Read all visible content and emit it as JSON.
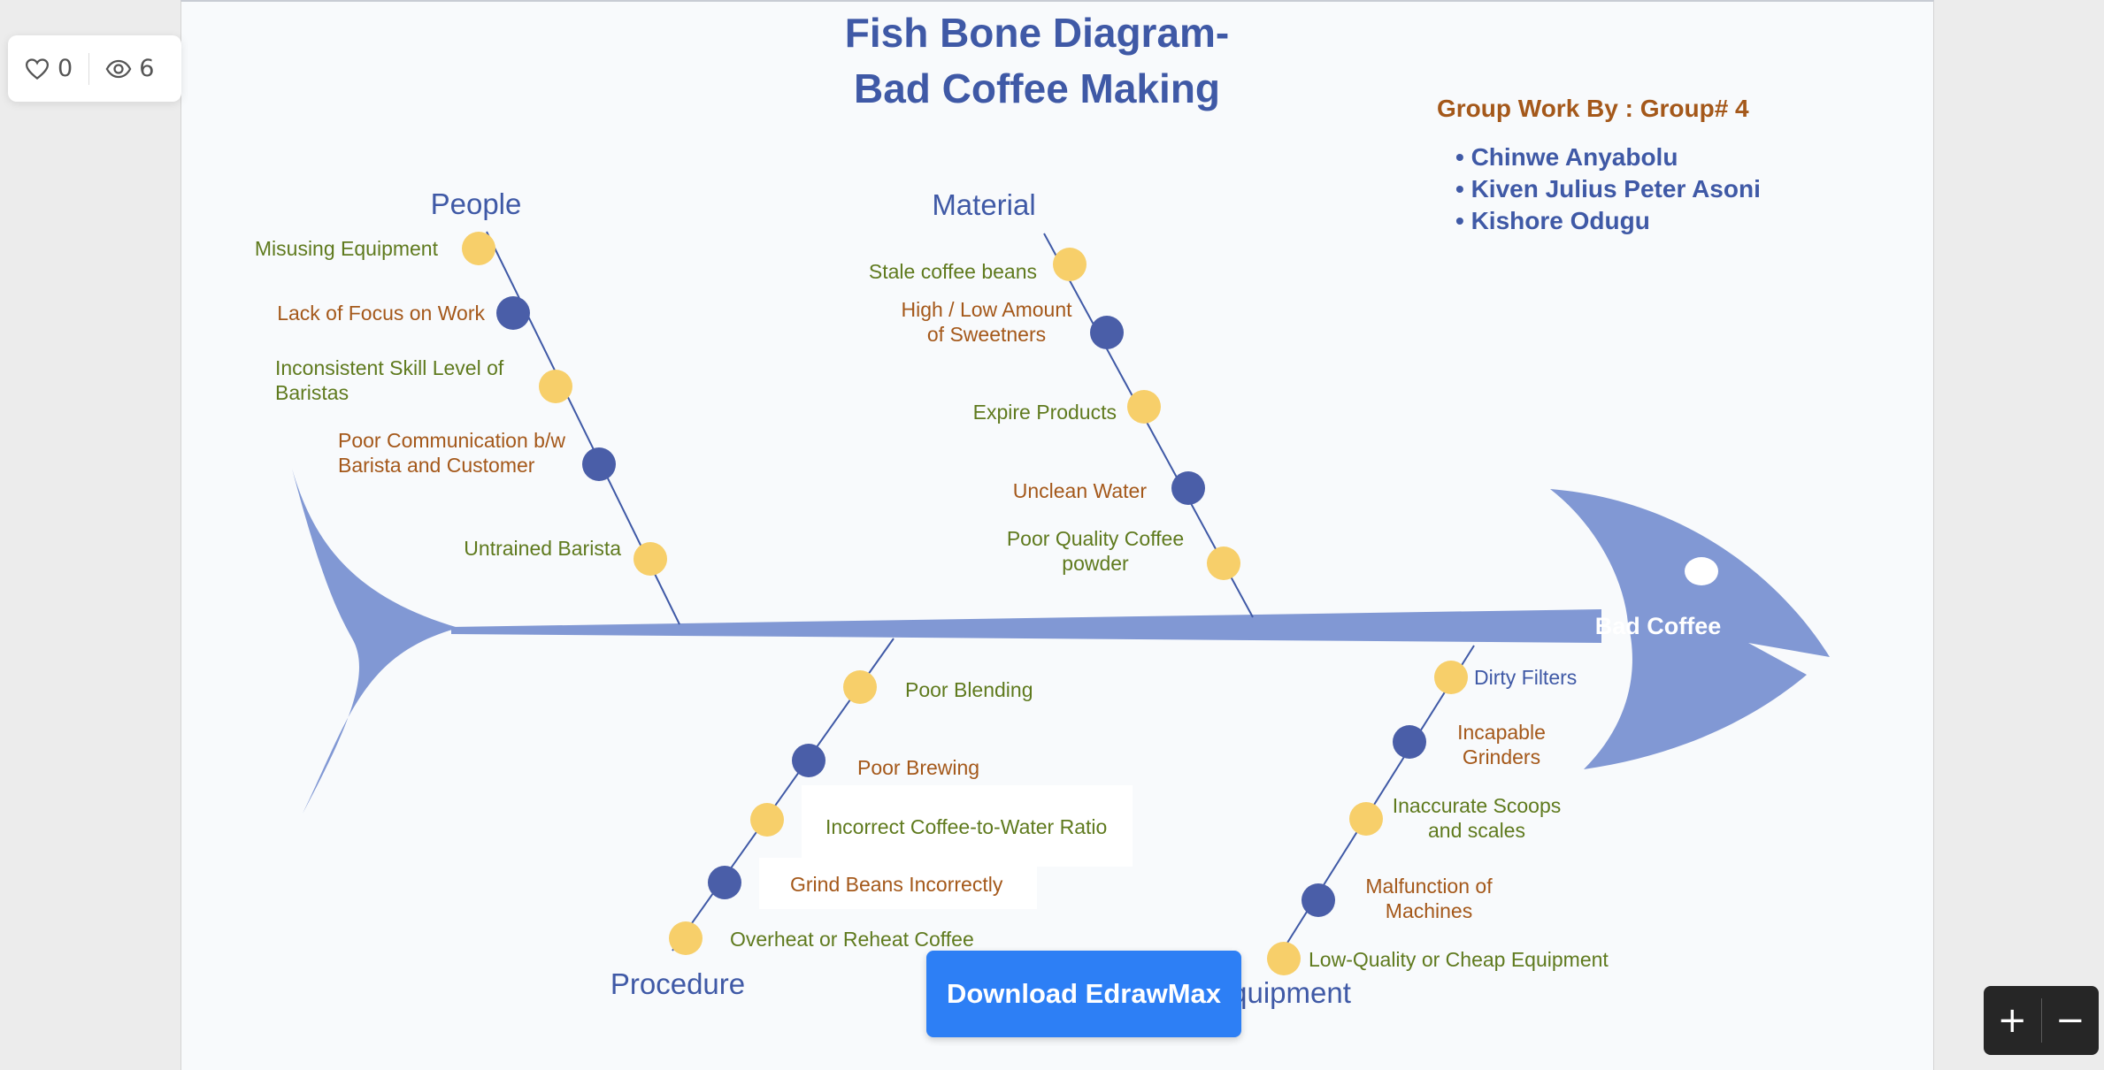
{
  "stats": {
    "likes": "0",
    "views": "6"
  },
  "diagram": {
    "title_line1": "Fish Bone Diagram-",
    "title_line2": "Bad Coffee Making",
    "group_heading": "Group Work By : Group# 4",
    "members": [
      "• Chinwe Anyabolu",
      "• Kiven Julius Peter Asoni",
      "• Kishore Odugu"
    ],
    "head_label": "Bad Coffee",
    "categories": {
      "people": "People",
      "material": "Material",
      "procedure": "Procedure",
      "equipment": "Equipment"
    },
    "people_causes": [
      [
        "Misusing Equipment"
      ],
      [
        "Lack of Focus on Work"
      ],
      [
        "Inconsistent Skill Level of",
        "Baristas"
      ],
      [
        "Poor Communication b/w",
        "Barista and Customer"
      ],
      [
        "Untrained Barista"
      ]
    ],
    "material_causes": [
      [
        "Stale coffee beans"
      ],
      [
        "High / Low Amount",
        "of Sweetners"
      ],
      [
        "Expire Products"
      ],
      [
        "Unclean Water"
      ],
      [
        "Poor Quality Coffee",
        "powder"
      ]
    ],
    "procedure_causes": [
      [
        "Poor Blending"
      ],
      [
        "Poor Brewing"
      ],
      [
        "Incorrect Coffee-to-Water Ratio"
      ],
      [
        "Grind Beans Incorrectly"
      ],
      [
        "Overheat or Reheat Coffee"
      ]
    ],
    "equipment_causes": [
      [
        "Dirty Filters"
      ],
      [
        "Incapable",
        "Grinders"
      ],
      [
        "Inaccurate Scoops",
        "and scales"
      ],
      [
        "Malfunction  of",
        "Machines"
      ],
      [
        "Low-Quality or Cheap Equipment"
      ]
    ]
  },
  "download_label": "Download EdrawMax",
  "zoom": {
    "in": "+",
    "out": "−"
  },
  "colors": {
    "fish": "#8198d4",
    "title": "#3f59a6",
    "yellow_dot": "#f7cf6a",
    "blue_dot": "#4a5ea8",
    "olive_text": "#5f7a1e",
    "orange_text": "#a4581a",
    "group_heading": "#a4581a"
  }
}
